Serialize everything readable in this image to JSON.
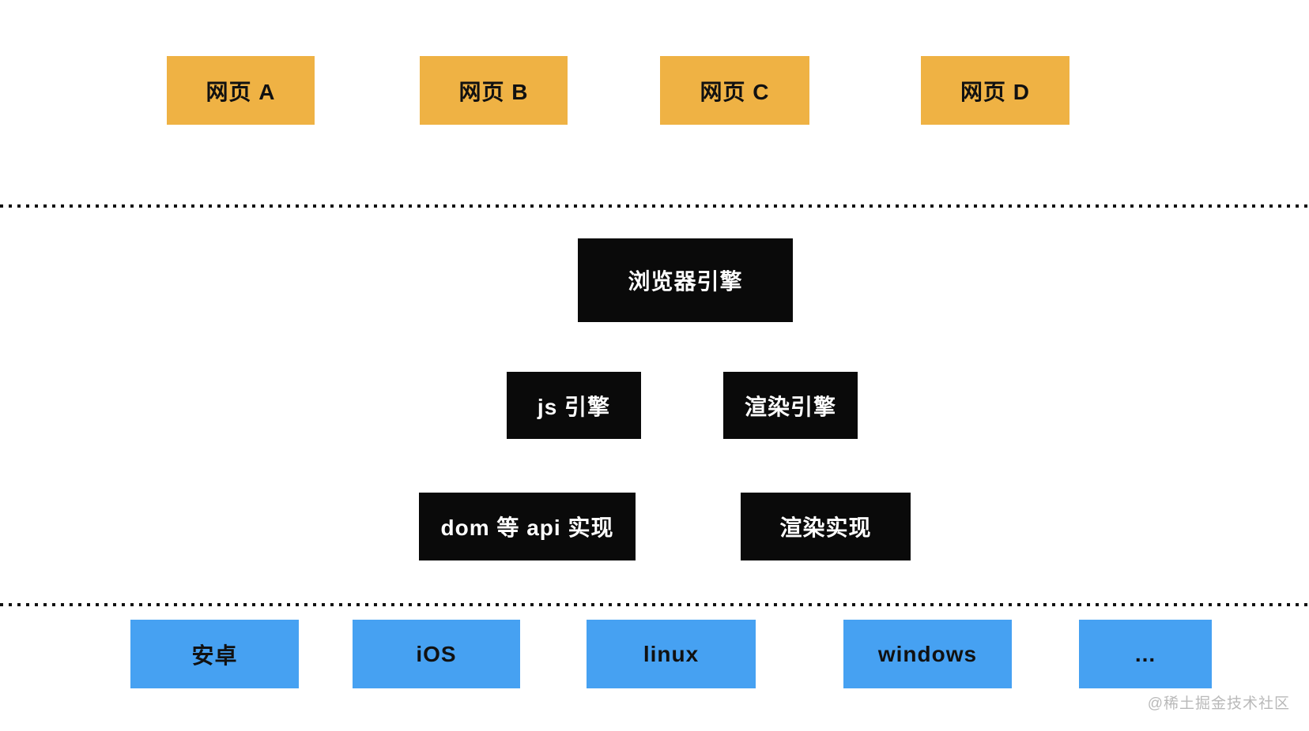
{
  "page": {
    "watermark": "@稀土掘金技术社区"
  },
  "colors": {
    "webpage_box": "#efb244",
    "webpage_text": "#111111",
    "engine_box": "#0a0a0a",
    "engine_text": "#ffffff",
    "platform_box": "#46a1f2",
    "platform_text": "#111111",
    "dotted_line": "#111111",
    "watermark_text": "#b9b9b9",
    "background": "#ffffff"
  },
  "web_pages": [
    {
      "label": "网页 A"
    },
    {
      "label": "网页 B"
    },
    {
      "label": "网页 C"
    },
    {
      "label": "网页 D"
    }
  ],
  "browser_engine": {
    "label": "浏览器引擎"
  },
  "sub_engines": [
    {
      "label": "js 引擎"
    },
    {
      "label": "渲染引擎"
    }
  ],
  "implementations": [
    {
      "label": "dom 等 api 实现"
    },
    {
      "label": "渲染实现"
    }
  ],
  "platforms": [
    {
      "label": "安卓"
    },
    {
      "label": "iOS"
    },
    {
      "label": "linux"
    },
    {
      "label": "windows"
    },
    {
      "label": "..."
    }
  ]
}
